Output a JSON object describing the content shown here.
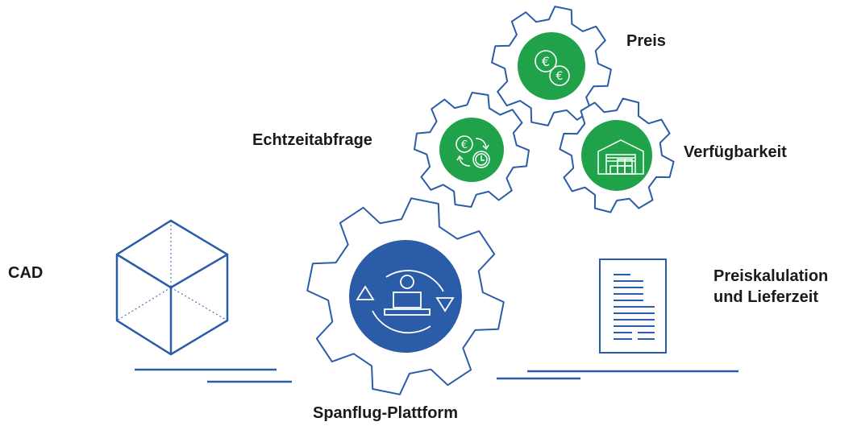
{
  "labels": {
    "cad": "CAD",
    "preis": "Preis",
    "echtzeitabfrage": "Echtzeitabfrage",
    "verfuegbarkeit": "Verfügbarkeit",
    "preiskalkulation_line1": "Preiskalulation",
    "preiskalkulation_line2": "und Lieferzeit",
    "plattform": "Spanflug-Plattform"
  },
  "colors": {
    "outline": "#2b5ca8",
    "green": "#1fa24a",
    "blue": "#2b5ca8",
    "text": "#1a1a1a"
  },
  "icons": {
    "cube": "cad-cube-icon",
    "preis": "euro-coins-icon",
    "echtzeit": "euro-clock-refresh-icon",
    "verfuegbarkeit": "warehouse-icon",
    "plattform": "user-workstation-cycle-icon",
    "document": "document-icon"
  }
}
